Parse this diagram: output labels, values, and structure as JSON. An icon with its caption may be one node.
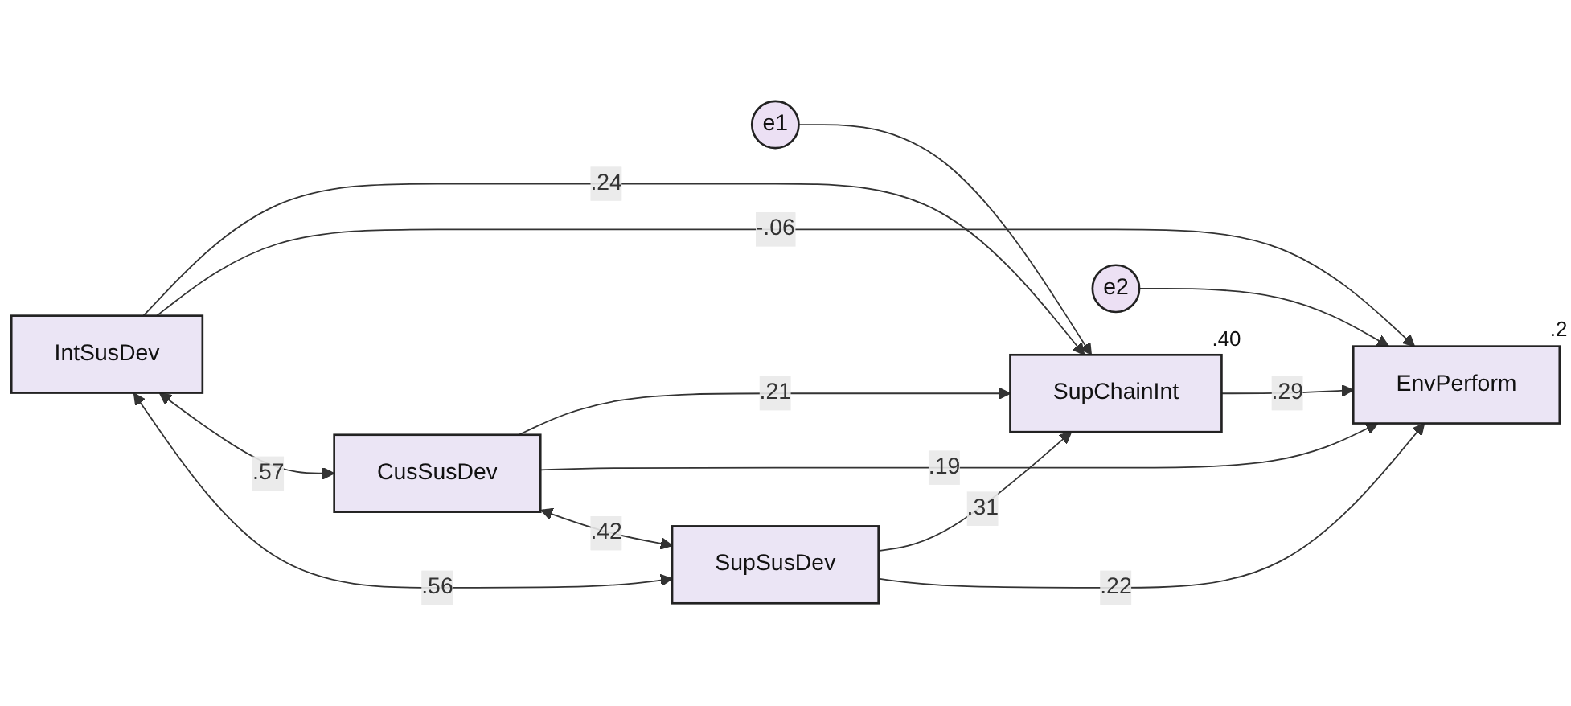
{
  "diagram": {
    "nodes": [
      {
        "text": [
          "e1"
        ]
      },
      {
        "text": [
          "SupChainInt"
        ],
        "beside": [
          ".40"
        ]
      },
      {
        "text": [
          "IntSusDev"
        ]
      },
      {
        "text": [
          "e2"
        ]
      },
      {
        "text": [
          "CusSusDev"
        ]
      },
      {
        "text": [
          "EnvPerform"
        ],
        "beside": [
          ".2"
        ]
      },
      {
        "text": [
          "SupSusDev"
        ]
      }
    ],
    "edges": [
      {
        "from": 0,
        "to": 1,
        "arrow": "to"
      },
      {
        "from": 2,
        "to": 1,
        "arrow": "to",
        "label": ".24"
      },
      {
        "from": 4,
        "to": 1,
        "arrow": "to",
        "label": ".21"
      },
      {
        "from": 6,
        "to": 1,
        "arrow": "to",
        "label": ".31"
      },
      {
        "from": 1,
        "to": 5,
        "arrow": "to",
        "label": ".29"
      },
      {
        "from": 3,
        "to": 5,
        "arrow": "to"
      },
      {
        "from": 2,
        "to": 5,
        "arrow": "to",
        "label": "-.06"
      },
      {
        "from": 4,
        "to": 5,
        "arrow": "to",
        "label": ".19"
      },
      {
        "from": 6,
        "to": 5,
        "arrow": "to",
        "label": ".22"
      },
      {
        "from": 2,
        "to": 4,
        "arrow": "both",
        "label": ".57"
      },
      {
        "from": 4,
        "to": 6,
        "arrow": "both",
        "label": ".42"
      },
      {
        "from": 2,
        "to": 6,
        "arrow": "both",
        "label": ".56"
      }
    ]
  }
}
